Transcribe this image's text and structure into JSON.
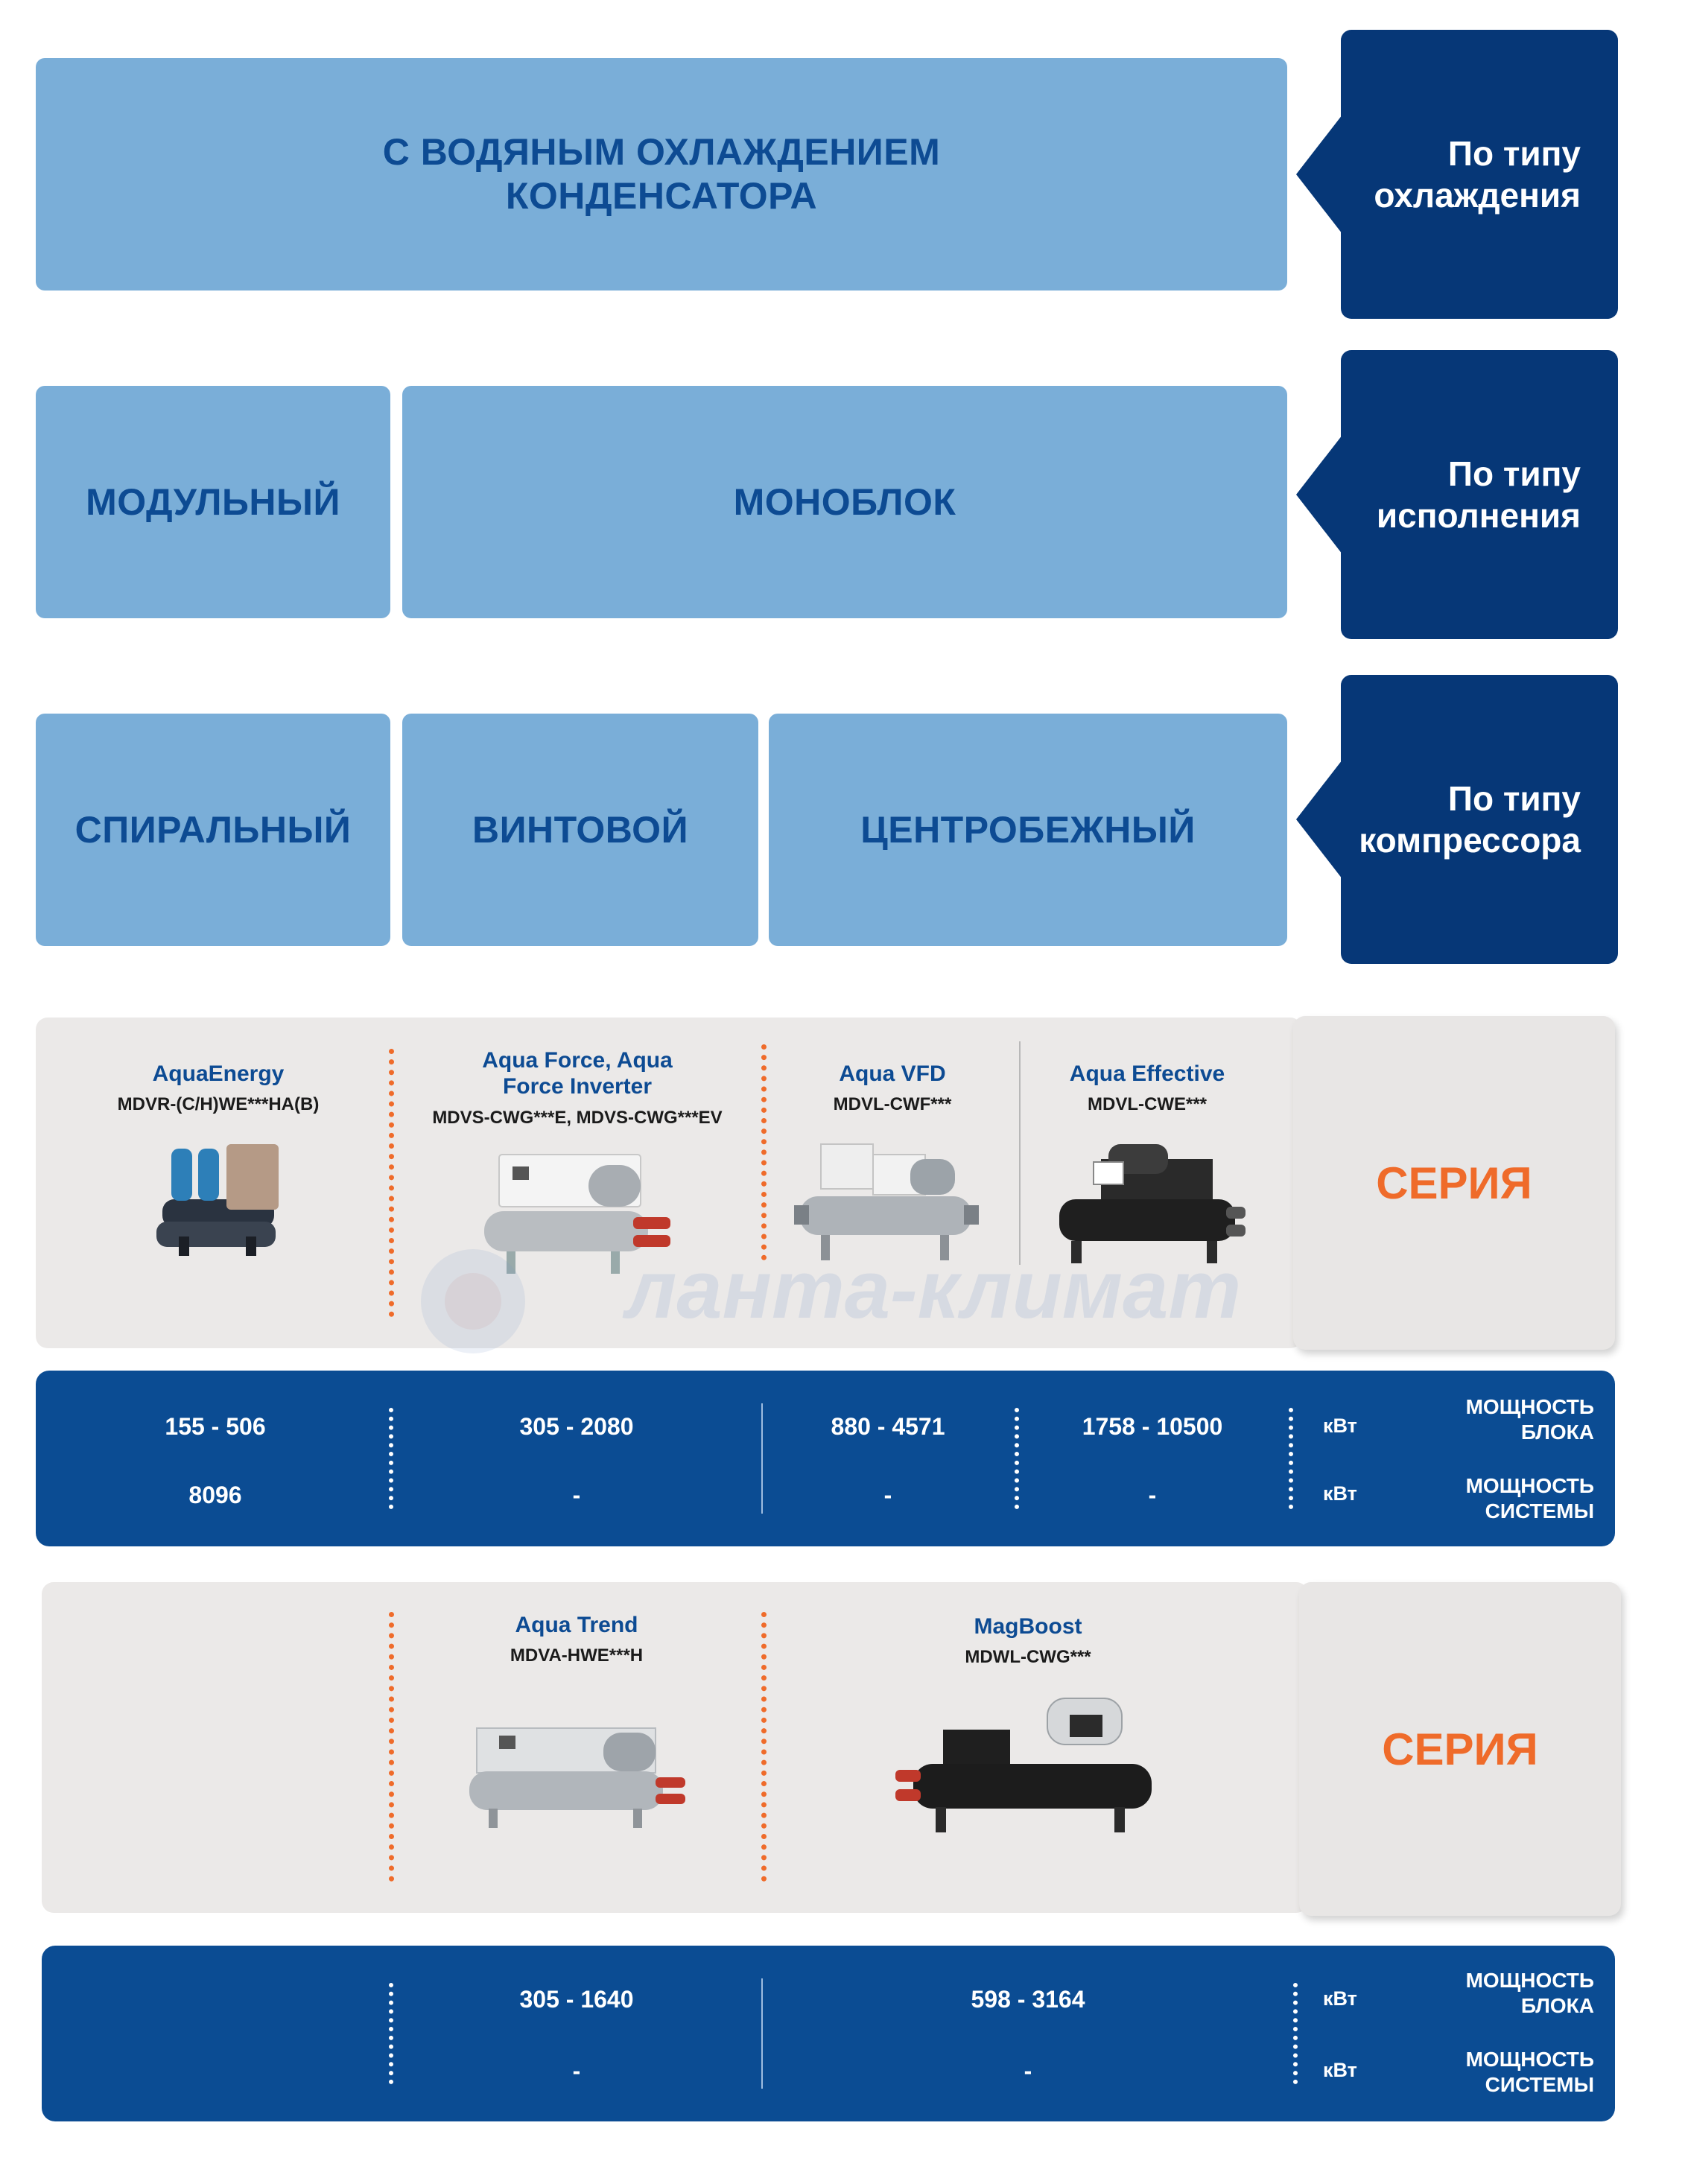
{
  "rows": [
    {
      "tag": "По типу охлаждения",
      "boxes": [
        "С ВОДЯНЫМ ОХЛАЖДЕНИЕМ КОНДЕНСАТОРА"
      ]
    },
    {
      "tag": "По типу исполнения",
      "boxes": [
        "МОДУЛЬНЫЙ",
        "МОНОБЛОК"
      ]
    },
    {
      "tag": "По типу компрессора",
      "boxes": [
        "СПИРАЛЬНЫЙ",
        "ВИНТОВОЙ",
        "ЦЕНТРОБЕЖНЫЙ"
      ]
    }
  ],
  "series_label": "СЕРИЯ",
  "panel1": {
    "products": [
      {
        "name": "AquaEnergy",
        "model": "MDVR-(C/H)WE***HA(B)"
      },
      {
        "name": "Aqua Force, Aqua Force Inverter",
        "model": "MDVS-CWG***E, MDVS-CWG***EV"
      },
      {
        "name": "Aqua VFD",
        "model": "MDVL-CWF***"
      },
      {
        "name": "Aqua Effective",
        "model": "MDVL-CWE***"
      }
    ],
    "block_power": [
      "155 - 506",
      "305 - 2080",
      "880 - 4571",
      "1758 - 10500"
    ],
    "system_power": [
      "8096",
      "-",
      "-",
      "-"
    ]
  },
  "panel2": {
    "products": [
      {
        "name": "Aqua Trend",
        "model": "MDVA-HWE***H"
      },
      {
        "name": "MagBoost",
        "model": "MDWL-CWG***"
      }
    ],
    "block_power": [
      "305 - 1640",
      "598 - 3164"
    ],
    "system_power": [
      "-",
      "-"
    ]
  },
  "unit": "кВт",
  "cap_block": "МОЩНОСТЬ БЛОКА",
  "cap_system": "МОЩНОСТЬ СИСТЕМЫ",
  "watermark": "ланта-климат",
  "colors": {
    "light_blue": "#7aaed8",
    "dark_blue": "#063777",
    "bar_blue": "#0b4c93",
    "orange": "#ef6b2a",
    "panel_gray": "#ebe9e8"
  }
}
